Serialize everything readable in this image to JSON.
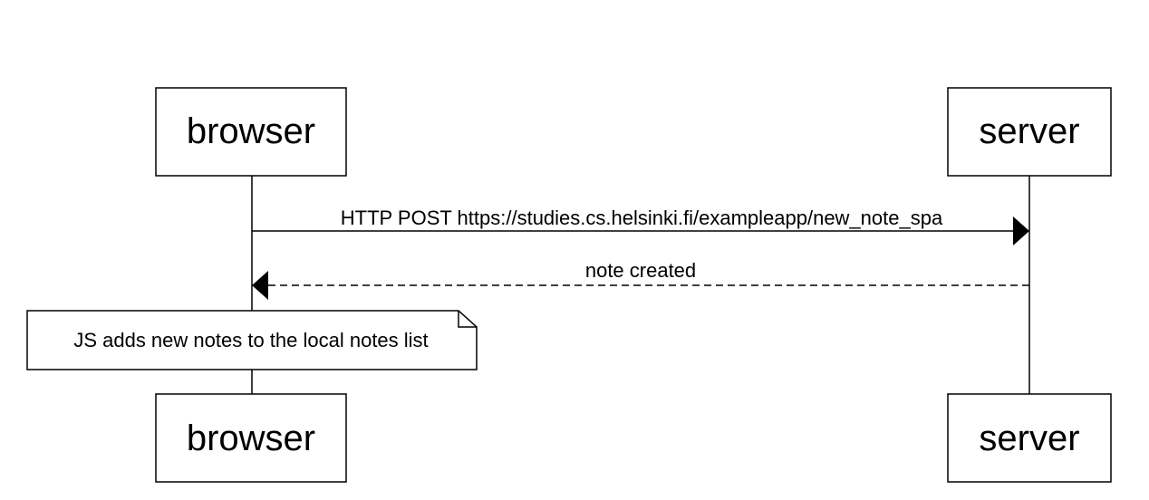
{
  "diagram": {
    "type": "sequence",
    "participants": [
      {
        "id": "browser",
        "label": "browser"
      },
      {
        "id": "server",
        "label": "server"
      }
    ],
    "messages": [
      {
        "from": "browser",
        "to": "server",
        "label": "HTTP POST https://studies.cs.helsinki.fi/exampleapp/new_note_spa",
        "style": "solid"
      },
      {
        "from": "server",
        "to": "browser",
        "label": "note created",
        "style": "dashed"
      }
    ],
    "notes": [
      {
        "over": "browser",
        "text": "JS adds new notes to the local notes list"
      }
    ]
  }
}
